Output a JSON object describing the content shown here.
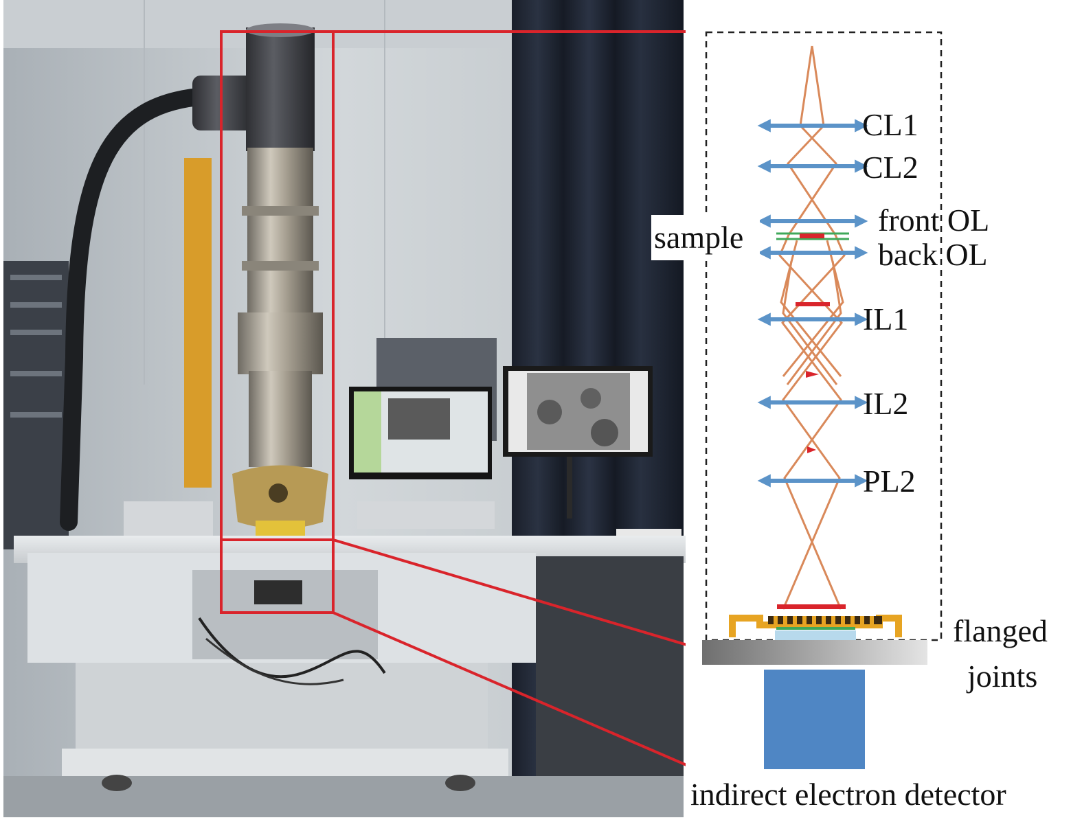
{
  "labels": {
    "cl1": "CL1",
    "cl2": "CL2",
    "front_ol": "front OL",
    "back_ol": "back OL",
    "sample": "sample",
    "il1": "IL1",
    "il2": "IL2",
    "pl2": "PL2",
    "flanged_line1": "flanged",
    "flanged_line2": "joints",
    "detector": "indirect electron detector"
  },
  "colors": {
    "highlight_red": "#d9242b",
    "lens_blue": "#5b93c8",
    "beam_orange": "#d9895a",
    "flange_yellow": "#e7a422",
    "detector_blue": "#4f86c4",
    "sample_green": "#3fa85a"
  },
  "photo": {
    "description_icon": "tem-photo"
  }
}
